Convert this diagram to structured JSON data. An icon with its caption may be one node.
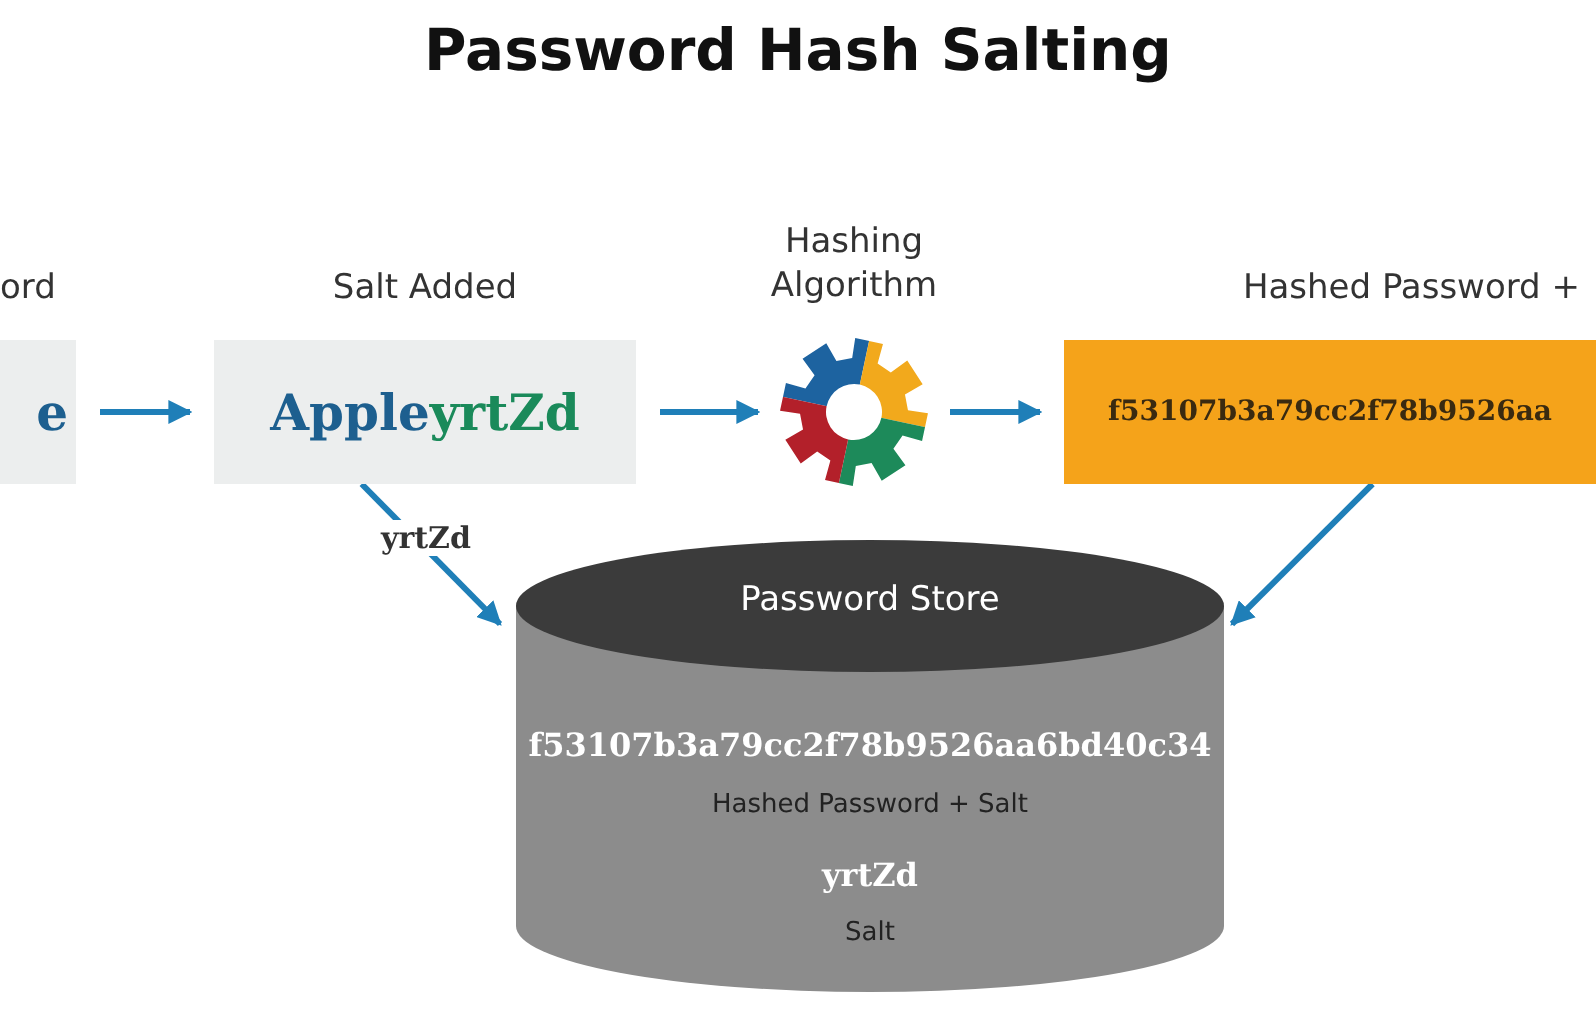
{
  "diagram": {
    "title": "Password Hash Salting",
    "nodes": [
      {
        "text": [
          "ord",
          "e"
        ]
      },
      {
        "text": [
          "Salt Added",
          "Apple",
          "yrtZd"
        ]
      },
      {
        "text": [
          "Hashing Algorithm"
        ]
      },
      {
        "text": [
          "Hashed Password +",
          "f53107b3a79cc2f78b9526aa"
        ]
      },
      {
        "text": [
          "Password Store",
          "f53107b3a79cc2f78b9526aa6bd40c34",
          "Hashed Password + Salt",
          "yrtZd",
          "Salt"
        ]
      }
    ],
    "edges": [
      {
        "from": 0,
        "to": 1,
        "arrow": "to"
      },
      {
        "from": 1,
        "to": 2,
        "arrow": "to"
      },
      {
        "from": 2,
        "to": 3,
        "arrow": "to"
      },
      {
        "from": 1,
        "to": 4,
        "arrow": "to",
        "label": "yrtZd"
      },
      {
        "from": 3,
        "to": 4,
        "arrow": "to"
      }
    ]
  }
}
